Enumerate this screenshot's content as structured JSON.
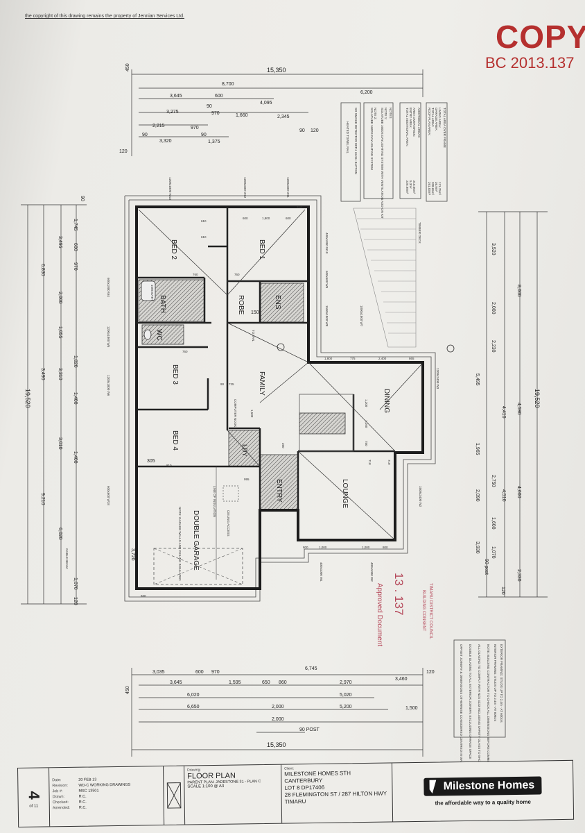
{
  "copyright": "the copyright of this drawing remains the property of Jennian Services Ltd.",
  "stamp": {
    "copy": "COPY",
    "consent_no": "BC 2013.137",
    "council_line1": "TIMARU DISTRICT COUNCIL",
    "council_line2": "BUILDING CONSENT",
    "number": "13 . 137",
    "approved": "Approved Document"
  },
  "rooms": {
    "bed1": "BED 1",
    "bed2": "BED 2",
    "bed3": "BED 3",
    "bed4": "BED 4",
    "bath": "BATH",
    "wc": "WC",
    "robe": "ROBE",
    "ens": "ENS",
    "family": "FAMILY",
    "dining": "DINING",
    "lounge": "LOUNGE",
    "entry": "ENTRY",
    "ldy": "LDY",
    "garage": "DOUBLE GARAGE",
    "garage_note": "NOTE: GARAGE WALLS AND CEILING INSULATED",
    "computer": "COMPUTER NOOK",
    "ceiling_access": "CEILING ACCESS",
    "insulation": "LINE OF INSULATION",
    "tap": "TAP",
    "timber_deck": "TIMBER DECK",
    "bath_item": "1605 BATH",
    "to_vanity": "TO VAN."
  },
  "dims_top": [
    "15,350",
    "8,700",
    "6,200",
    "3,645",
    "600",
    "4,095",
    "90",
    "970",
    "1,660",
    "2,345",
    "3,275",
    "2,215",
    "970",
    "90",
    "3,320",
    "1,375",
    "120",
    "90",
    "90",
    "120",
    "450"
  ],
  "dims_left": [
    "19,520",
    "6,830",
    "3,490",
    "9,210",
    "3,495",
    "2,000",
    "1,055",
    "3,310",
    "3,010",
    "6,020",
    "1,745",
    "600",
    "970",
    "1,820",
    "1,400",
    "1,400",
    "3,720",
    "1,070",
    "120",
    "90",
    "GABLE BEAM"
  ],
  "dims_right": [
    "19,520",
    "8,000",
    "4,590",
    "4,600",
    "2,330",
    "3,520",
    "2,000",
    "2,230",
    "4,410",
    "4,510",
    "1,965",
    "2,750",
    "2,090",
    "1,600",
    "3,930",
    "1,070",
    "120",
    "90 post",
    "5,495"
  ],
  "dims_bottom": [
    "15,350",
    "3,035",
    "600",
    "970",
    "6,745",
    "3,645",
    "1,595",
    "650",
    "860",
    "2,970",
    "3,460",
    "6,020",
    "5,020",
    "6,650",
    "2,000",
    "5,200",
    "1,500",
    "2,000",
    "90 POST",
    "120",
    "450"
  ],
  "dims_inner": [
    "610",
    "610",
    "760",
    "760",
    "600",
    "1,800",
    "600",
    "150",
    "760",
    "725",
    "90",
    "1,500",
    "305",
    "995",
    "1,800",
    "775",
    "2,400",
    "865",
    "1,200",
    "1,160",
    "750",
    "250",
    "710",
    "710",
    "800",
    "1,000",
    "1,000",
    "800",
    "830",
    "810"
  ],
  "windows": [
    "1200x1800 W13",
    "1200x600 W12",
    "1200x600 W11",
    "400x1800 W10",
    "600x600 W9",
    "1500x1800 W8",
    "1800x1800 W7",
    "600x1800 W4",
    "1200x1800 W5",
    "1200x1800 W6",
    "1200x2400 W3",
    "1500x2400 W2",
    "400x1000 W1",
    "400x1000 W2",
    "600x600 W18"
  ],
  "notes": {
    "area_title": "TOTAL AREA OVER FRAME",
    "area_lines": [
      "LIVING AREA:",
      "GARAGE AREA:",
      "TOTAL AREA:",
      "ROOF PLAN AREA:"
    ],
    "area_values": [
      "171.75m²",
      "36.9m²",
      "208.65m²",
      "261.83m²"
    ],
    "additional_title": "ADDITIONAL AREAS",
    "additional_lines": [
      "AREA OVER BRICK:",
      "ENTRY AREA:",
      "TOTAL ADDITIONAL AREA:"
    ],
    "additional_values": [
      "215.05m²",
      "5.3m²",
      "226.98m²"
    ],
    "notes_title": "NOTES",
    "notes_lines": [
      "NOTE 1:",
      "SOLATUBE 160DS DAYLIGHTING SYSTEM WITH VENTILATION ADD-ON KIT",
      "NOTE 2:",
      "SOLATUBE 160DS DAYLIGHTING SYSTEM"
    ],
    "legend_lines": [
      "SD  SMOKE DETECTOR WITH HUSH BUTTON",
      "HEATED TOWEL RAIL"
    ],
    "spec_lines": [
      "EXTERIOR FRAMING: STUDS UP TO 2.4m - AT 600crs",
      "INTERIOR FRAMING: STUDS UP TO 2.4m - AT 600crs",
      "NOTE: BUILDING CONTRACTOR TO CHECK ALL DIMENSIONS BEFORE COMMENCING CONSTRUCTION",
      "ALL GLAZING TO COMPLY WITH NZS 4223 INCLUDING SAFETY GLASS TO SHOWER DOORS",
      "DOUBLE GLAZING TO ALL EXTERIOR JOINERY, EXCLUDING GARAGE SPACE",
      "OFFSET JOINERY & DIMENSIONS OTHERWISE CONSIDERED CENTRED IN WALL SPACE"
    ]
  },
  "title_block": {
    "sheet": "4",
    "sheet_of": "of 11",
    "labels": [
      "Date:",
      "Revision:",
      "Job #:",
      "Drawn:",
      "Checked:",
      "Amended:"
    ],
    "values": [
      "20 FEB 13",
      "WD-C WORKING DRAWINGS",
      "MSC 13501",
      "R.C.",
      "R.C.",
      "R.C."
    ],
    "drawing_label": "Drawing:",
    "drawing": "FLOOR PLAN",
    "parent_plan": "PARENT PLAN: JADESTONE 31 - PLAN C",
    "scale": "SCALE 1:100 @ A3",
    "client_label": "Client:",
    "client_lines": [
      "MILESTONE HOMES STH CANTERBURY",
      "LOT 8 DP17406",
      "28 FLEMINGTON ST / 287 HILTON HWY",
      "TIMARU"
    ],
    "brand": "Milestone Homes",
    "tagline": "the affordable way to a quality home"
  }
}
